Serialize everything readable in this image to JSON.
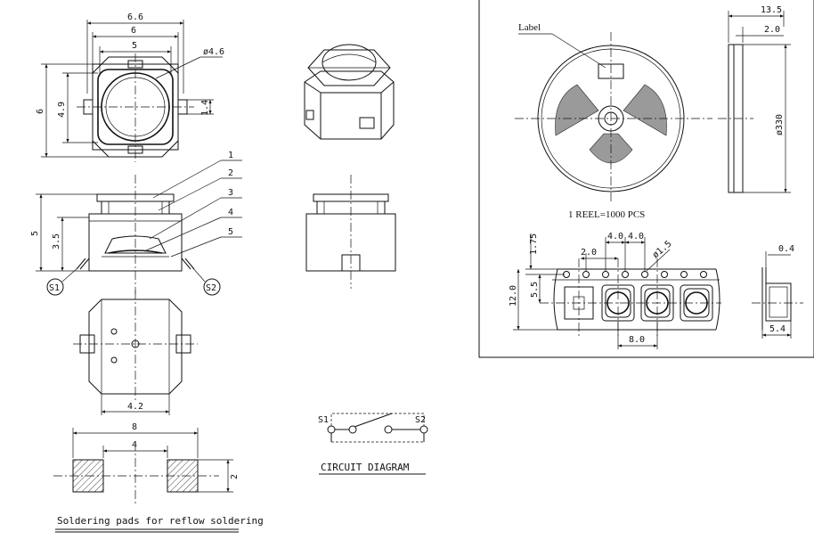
{
  "dims_top": {
    "d66": "6.6",
    "d6": "6",
    "d5": "5",
    "dia46": "ø4.6",
    "d6v": "6",
    "d49": "4.9",
    "d14": "1.4"
  },
  "dims_side": {
    "d5v": "5",
    "d35": "3.5",
    "p1": "1",
    "p2": "2",
    "p3": "3",
    "p4": "4",
    "p5": "5",
    "s1": "S1",
    "s2": "S2"
  },
  "dims_bottom": {
    "d42": "4.2"
  },
  "pads": {
    "d8": "8",
    "d4": "4",
    "d2": "2",
    "caption": "Soldering pads for reflow soldering"
  },
  "circuit": {
    "s1": "S1",
    "s2": "S2",
    "caption": "CIRCUIT DIAGRAM"
  },
  "reel": {
    "label": "Label",
    "d135": "13.5",
    "d20": "2.0",
    "dia330": "ø330",
    "qty": "1 REEL=1000 PCS"
  },
  "tape": {
    "d40a": "4.0",
    "d40b": "4.0",
    "d20": "2.0",
    "dia15": "ø1.5",
    "d175": "1.75",
    "d55": "5.5",
    "d120": "12.0",
    "d80": "8.0",
    "d04": "0.4",
    "d54": "5.4"
  }
}
